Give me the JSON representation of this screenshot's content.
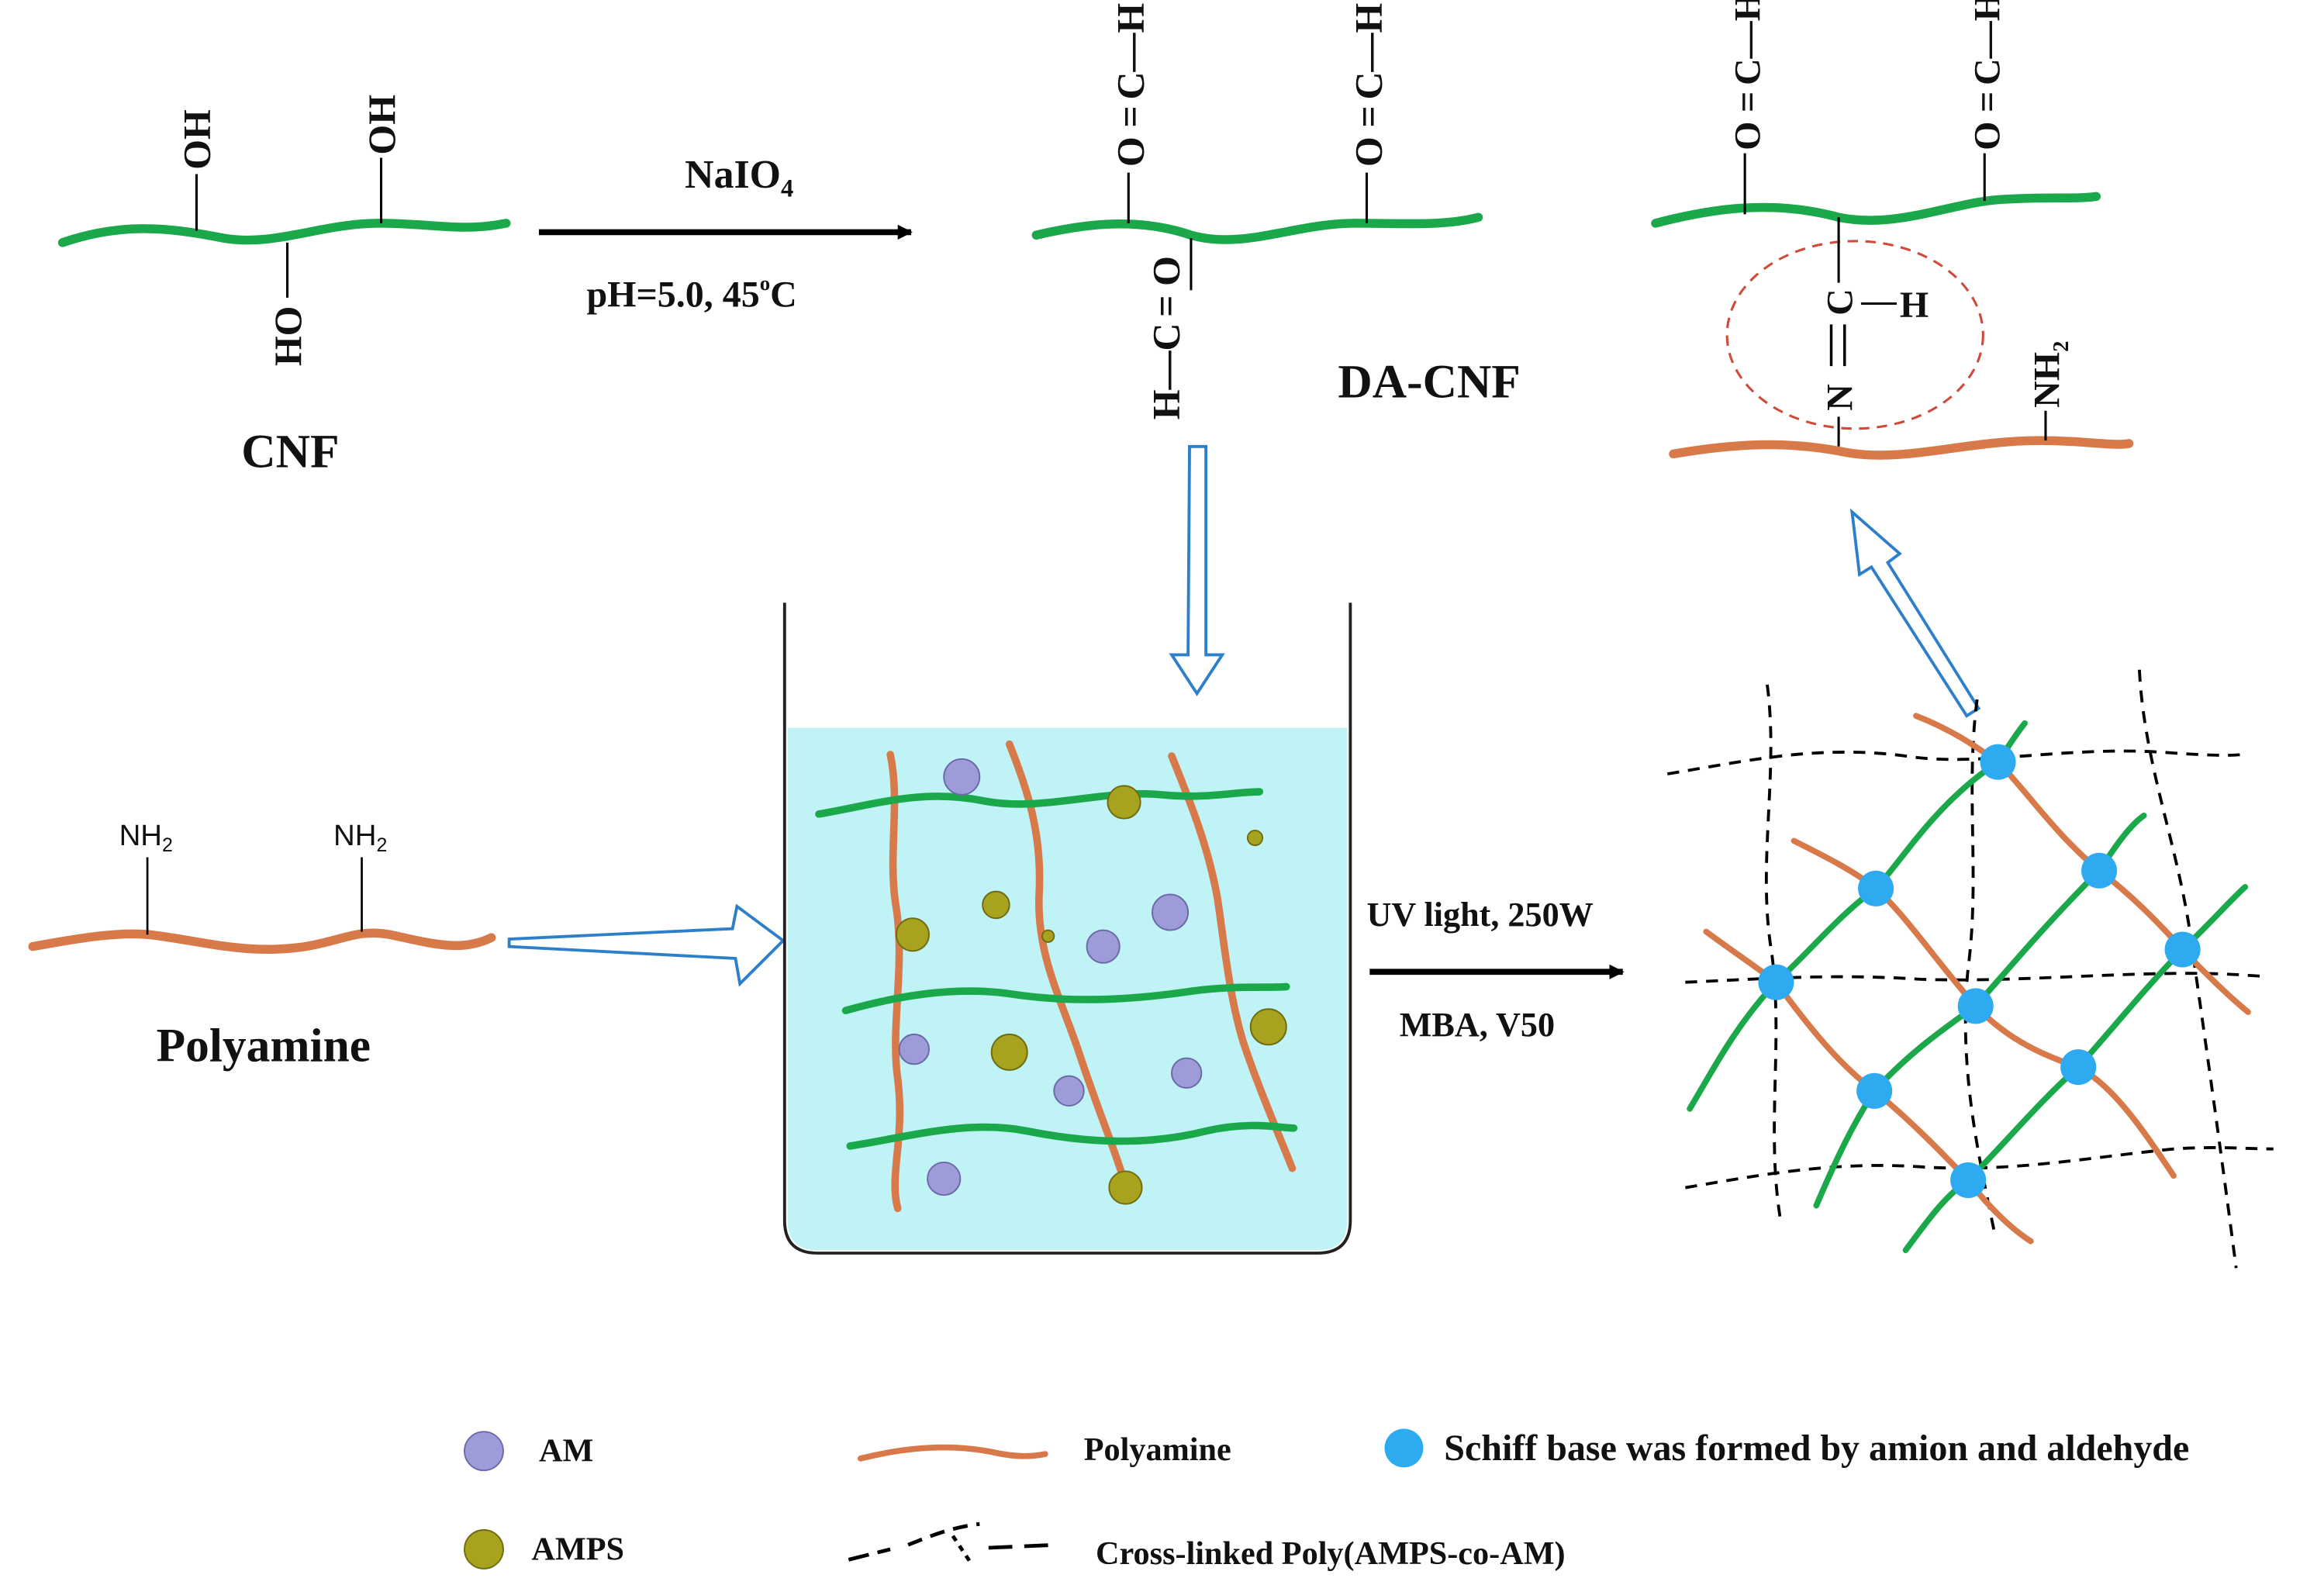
{
  "colors": {
    "cellulose_chain": "#1aa84a",
    "polyamine_chain": "#d8794a",
    "am_particle": "#9d9bd8",
    "amps_particle": "#a7a31e",
    "schiff_node": "#2eaaf0",
    "beaker_solution": "#bff3f6",
    "open_arrow": "#2c7fc8",
    "reaction_arrow": "#000000",
    "highlight_circle": "#d04a3a"
  },
  "cnf": {
    "label": "CNF",
    "group_top_1": "OH",
    "group_top_2": "OH",
    "group_bottom": "HO"
  },
  "oxidation": {
    "reagent_main": "NaIO",
    "reagent_sub": "4",
    "conditions_a": "pH=5.0,  45",
    "conditions_deg": "o",
    "conditions_b": "C"
  },
  "da_cnf": {
    "label": "DA-CNF",
    "o_atom": "O",
    "eq_bond": "=",
    "c_atom": "C",
    "dash_bond": "—",
    "h_atom": "H"
  },
  "schiff_detail": {
    "o_atom": "O",
    "eq_bond": "=",
    "c_atom": "C",
    "dash_bond": "—",
    "h_atom": "H",
    "n_atom": "N",
    "nh_main": "NH",
    "nh_sub": "2"
  },
  "polyamine": {
    "label": "Polyamine",
    "amine_main": "NH",
    "amine_sub": "2"
  },
  "polymerization": {
    "condition_top": "UV light, 250W",
    "condition_bottom": "MBA, V50"
  },
  "legend": {
    "am": "AM",
    "amps": "AMPS",
    "polyamine": "Polyamine",
    "crosslinked": "Cross-linked Poly(AMPS-co-AM)",
    "schiff": "Schiff base was formed by amion and aldehyde"
  }
}
